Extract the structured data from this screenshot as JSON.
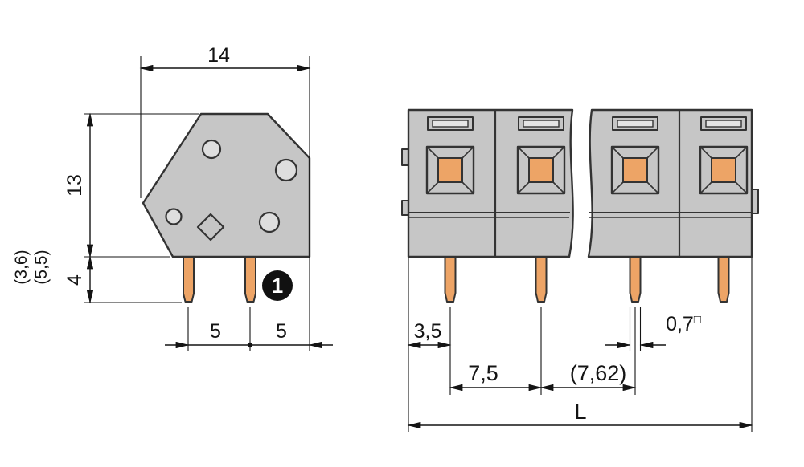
{
  "colors": {
    "outline": "#333333",
    "body": "#c6c6c6",
    "hole": "#dedede",
    "pin": "#eda466",
    "slot": "#e4e4e4",
    "dimension": "#141414",
    "badge_bg": "#111111",
    "badge_fg": "#ffffff"
  },
  "side_view": {
    "width": "14",
    "height": "13",
    "pin_length": "4",
    "pin_length_alt_1": "(3,6)",
    "pin_length_alt_2": "(5,5)",
    "pin_spacing_left": "5",
    "pin_spacing_right": "5",
    "callout": "1"
  },
  "front_view": {
    "edge_to_pin": "3,5",
    "pole_pitch": "7,5",
    "pole_pitch_alt": "(7,62)",
    "pin_width": "0,7",
    "pin_width_unit": "□",
    "overall_length": "L"
  }
}
